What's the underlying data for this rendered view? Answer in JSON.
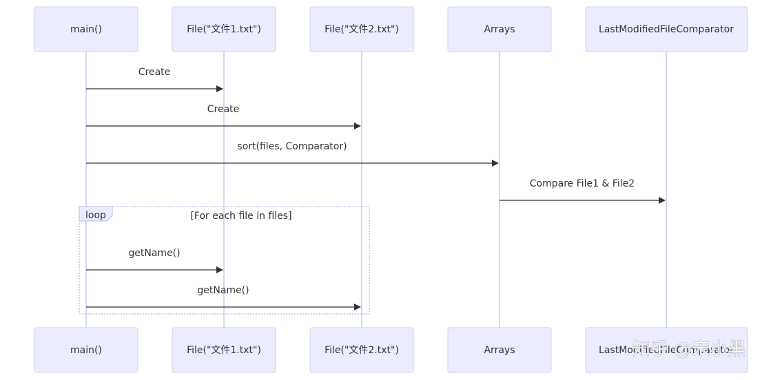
{
  "actors": [
    {
      "id": "main",
      "label": "main()"
    },
    {
      "id": "file1",
      "label": "File(\"文件1.txt\")"
    },
    {
      "id": "file2",
      "label": "File(\"文件2.txt\")"
    },
    {
      "id": "arrays",
      "label": "Arrays"
    },
    {
      "id": "cmp",
      "label": "LastModifiedFileComparator"
    }
  ],
  "messages": [
    {
      "from": "main",
      "to": "file1",
      "label": "Create"
    },
    {
      "from": "main",
      "to": "file2",
      "label": "Create"
    },
    {
      "from": "main",
      "to": "arrays",
      "label": "sort(files, Comparator)"
    },
    {
      "from": "arrays",
      "to": "cmp",
      "label": "Compare File1 & File2"
    },
    {
      "from": "main",
      "to": "file1",
      "label": "getName()"
    },
    {
      "from": "main",
      "to": "file2",
      "label": "getName()"
    }
  ],
  "loop": {
    "label": "loop",
    "condition": "[For each file in files]"
  },
  "watermark": {
    "text": "知乎 @宋小黑"
  }
}
